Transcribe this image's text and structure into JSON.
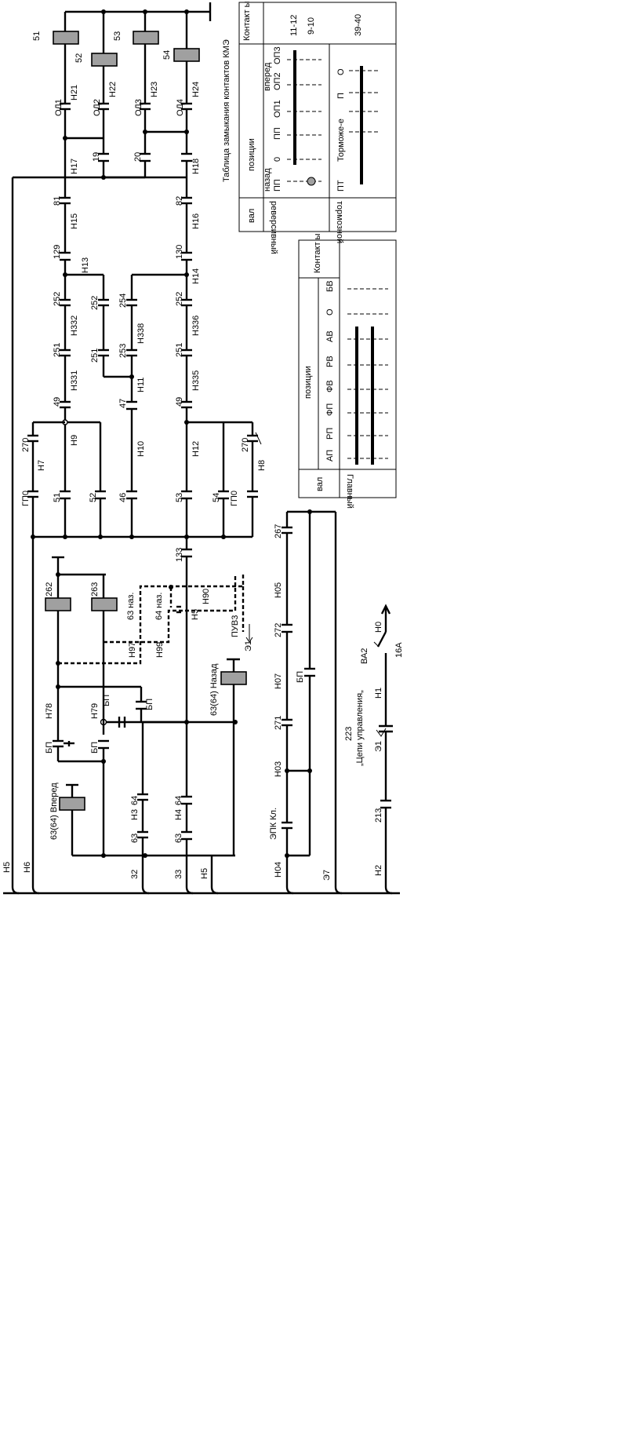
{
  "colors": {
    "wire": "#000000",
    "coil": "#a0a0a0",
    "background": "#ffffff"
  },
  "coils": {
    "c51": "51",
    "c52": "52",
    "c53": "53",
    "c54": "54",
    "c262": "262",
    "c263": "263",
    "fwd": "63(64) Вперед",
    "back": "63(64) Назад"
  },
  "wires": {
    "n21": "Н21",
    "n22": "Н22",
    "n23": "Н23",
    "n24": "Н24",
    "od1": "ОД1",
    "od2": "ОД2",
    "od3": "ОД3",
    "od4": "ОД4",
    "n17": "Н17",
    "w19": "19",
    "w20": "20",
    "n18": "Н18",
    "w81": "81",
    "w82": "82",
    "n15": "Н15",
    "n16": "Н16",
    "w129": "129",
    "w130": "130",
    "n13": "Н13",
    "n14": "Н14",
    "w252a": "252",
    "w252b": "252",
    "w252c": "252",
    "w254": "254",
    "n332": "Н332",
    "n338": "Н338",
    "n336": "Н336",
    "w251a": "251",
    "w251b": "251",
    "w251c": "251",
    "w253": "253",
    "n331": "Н331",
    "n11": "Н11",
    "n335": "Н335",
    "w49a": "49",
    "w47": "47",
    "w49b": "49",
    "n9": "Н9",
    "n10": "Н10",
    "n12": "Н12",
    "w270a": "270",
    "w270b": "270",
    "n7": "Н7",
    "n8": "Н8",
    "gp0a": "ГП0",
    "gp0b": "ГП0",
    "w51": "51",
    "w52": "52",
    "w46": "46",
    "w53": "53",
    "w54": "54",
    "w133": "133",
    "w63naz": "63 наз.",
    "w64naz": "64 наз.",
    "n97": "Н97",
    "n99": "Н99",
    "n90": "Н90",
    "n5a": "Н5",
    "puv3": "ПУВ3",
    "e1": "Э1",
    "n78": "Н78",
    "n79": "Н79",
    "bp1": "БП",
    "bp2": "БП",
    "bp3": "БП",
    "bp4": "БП",
    "bp5": "БП",
    "w64a": "64",
    "w64b": "64",
    "w63a": "63",
    "w63b": "63",
    "n3": "Н3",
    "n4": "Н4",
    "w32": "32",
    "w33": "33",
    "n5b": "Н5",
    "n5c": "Н5",
    "n6": "Н6",
    "w267": "267",
    "n05": "Н05",
    "w272": "272",
    "n07": "Н07",
    "w271": "271",
    "n03": "Н03",
    "epk": "ЭПК Кл.",
    "n04": "Н04",
    "e7": "Э7",
    "w223": "223",
    "circuits": "„Цепи управления„",
    "va2": "ВА2",
    "a16": "16А",
    "n0": "Н0",
    "n1": "Н1",
    "e1b": "Э1",
    "w213": "213",
    "n2": "Н2"
  },
  "table1": {
    "title": "Таблица замыкания контактов КМЭ",
    "col_val": "вал",
    "col_pos": "позиции",
    "col_contacts": "Контакт ы",
    "naz": "назад",
    "vpered": "вперед",
    "pos": [
      "ПП",
      "0",
      "ПП",
      "ОП1",
      "ОП2",
      "ОП3"
    ],
    "row1": "реверсивный",
    "row2": "тормозной",
    "brake_label": "Торможе-е",
    "brake_pos": [
      "ПТ",
      "П",
      "О"
    ],
    "contacts": [
      "11-12",
      "9-10",
      "39-40"
    ]
  },
  "table2": {
    "col_val": "вал",
    "col_pos": "позиции",
    "col_contacts": "Контакт ы",
    "pos": [
      "АП",
      "РП",
      "ФП",
      "ФВ",
      "РВ",
      "АВ",
      "О",
      "БВ"
    ],
    "row": "Главный"
  }
}
